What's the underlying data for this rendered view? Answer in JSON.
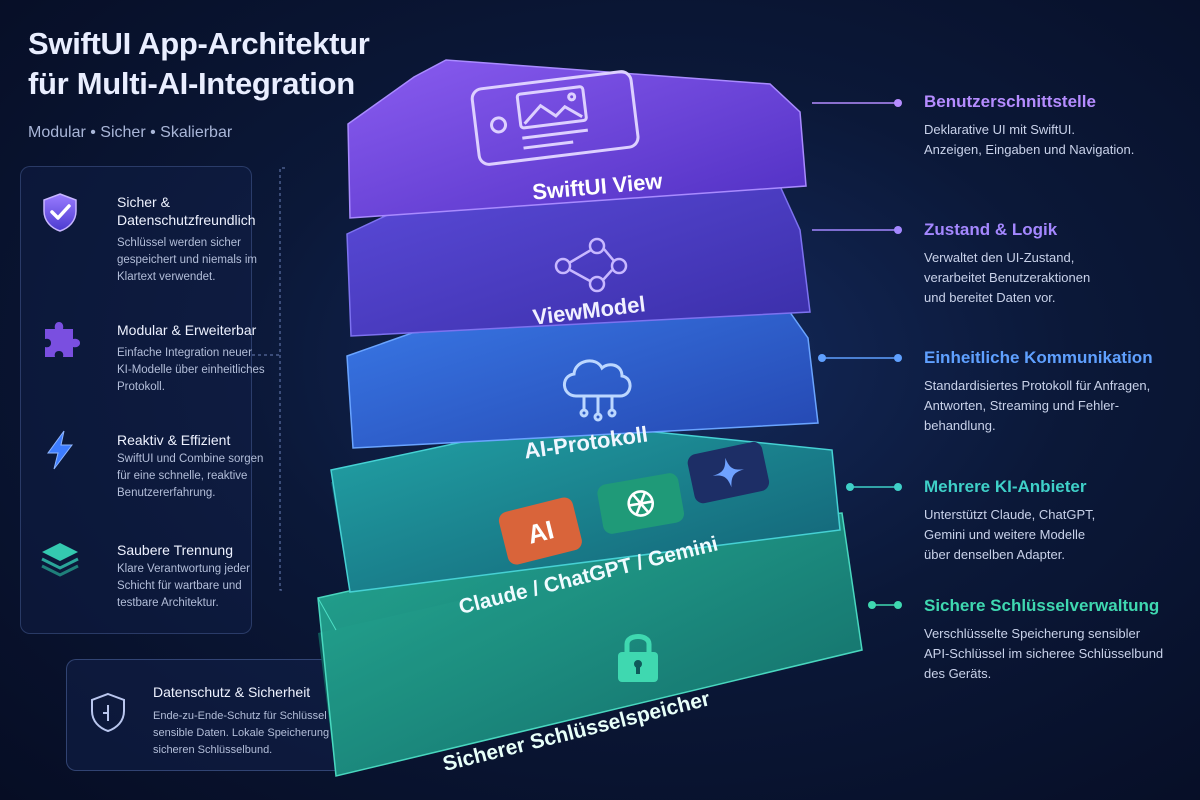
{
  "header": {
    "title_line1": "SwiftUI App-Architektur",
    "title_line2": "für Multi-AI-Integration",
    "subtitle": "Modular • Sicher • Skalierbar"
  },
  "features": [
    {
      "title": "Sicher & Datenschutzfreundlich",
      "desc": "Schlüssel werden sicher gespeichert und niemals im Klartext verwendet.",
      "icon": "shield-check-icon"
    },
    {
      "title": "Modular & Erweiterbar",
      "desc": "Einfache Integration neuer KI-Modelle über einheitliches Protokoll.",
      "icon": "puzzle-icon"
    },
    {
      "title": "Reaktiv & Effizient",
      "desc": "SwiftUI und Combine sorgen für eine schnelle, reaktive Benutzererfahrung.",
      "icon": "lightning-icon"
    },
    {
      "title": "Saubere Trennung",
      "desc": "Klare Verantwortung jeder Schicht für wartbare und testbare Architektur.",
      "icon": "layers-icon"
    }
  ],
  "privacy": {
    "title": "Datenschutz & Sicherheit",
    "desc": "Ende-zu-Ende-Schutz für Schlüssel und sensible Daten. Lokale Speicherung im sicheren Schlüsselbund."
  },
  "layers": [
    {
      "label": "SwiftUI View",
      "icon": "screen-icon",
      "color": "#6a3fd8"
    },
    {
      "label": "ViewModel",
      "icon": "nodes-icon",
      "color": "#4b3fc4"
    },
    {
      "label": "AI-Protokoll",
      "icon": "cloud-icon",
      "color": "#2c5fd0"
    },
    {
      "label": "Claude / ChatGPT / Gemini",
      "icon": "provider-icons",
      "color": "#1d7f86",
      "badge_ai": "AI"
    },
    {
      "label": "Sicherer Schlüsselspeicher",
      "icon": "lock-icon",
      "color": "#1f8a7a"
    }
  ],
  "descriptions": [
    {
      "title": "Benutzerschnittstelle",
      "color": "#b58cff",
      "lines": [
        "Deklarative UI mit SwiftUI.",
        "Anzeigen, Eingaben und Navigation."
      ]
    },
    {
      "title": "Zustand & Logik",
      "color": "#a487ff",
      "lines": [
        "Verwaltet den UI-Zustand,",
        "verarbeitet Benutzeraktionen",
        "und bereitet Daten vor."
      ]
    },
    {
      "title": "Einheitliche Kommunikation",
      "color": "#5fa0ff",
      "lines": [
        "Standardisiertes Protokoll für Anfragen,",
        "Antworten, Streaming und Fehler-",
        "behandlung."
      ]
    },
    {
      "title": "Mehrere KI-Anbieter",
      "color": "#3fd0c8",
      "lines": [
        "Unterstützt Claude, ChatGPT,",
        "Gemini und weitere Modelle",
        "über denselben Adapter."
      ]
    },
    {
      "title": "Sichere Schlüsselverwaltung",
      "color": "#3fd8b0",
      "lines": [
        "Verschlüsselte Speicherung sensibler",
        "API-Schlüssel im sicheree Schlüsselbund",
        "des Geräts."
      ]
    }
  ]
}
